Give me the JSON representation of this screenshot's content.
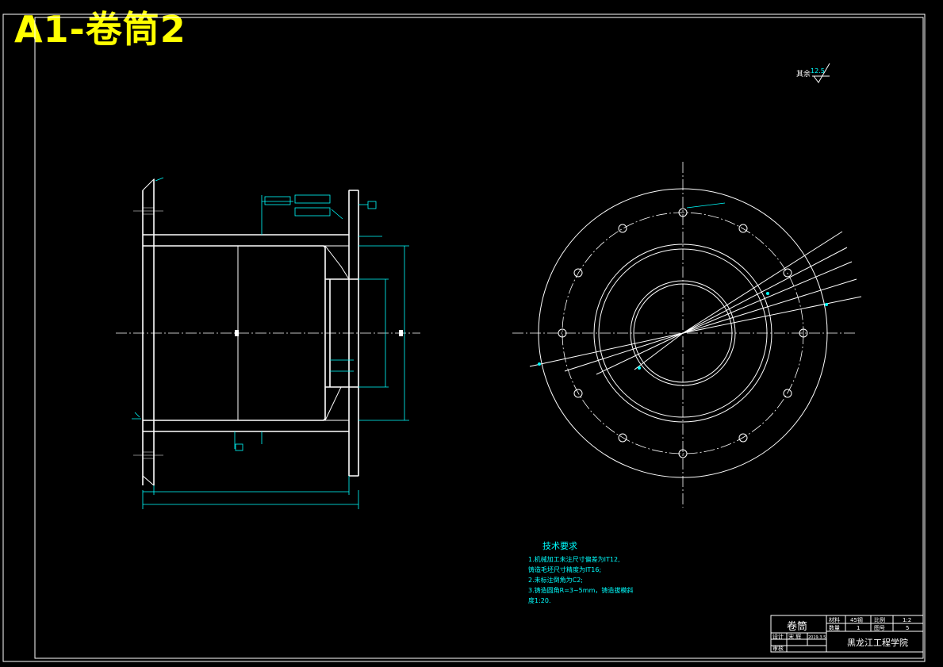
{
  "heading": "A1-卷筒2",
  "colors": {
    "background": "#000000",
    "outline": "#ffffff",
    "dimension": "#00ffff",
    "heading": "#ffff00"
  },
  "roughness_note": {
    "label": "其余",
    "value": "12.5"
  },
  "tech_requirements": {
    "title": "技术要求",
    "lines": [
      "1.机械加工未注尺寸偏差为IT12,",
      "铸造毛坯尺寸精度为IT16;",
      "2.未标注倒角为C2;",
      "3.铸造圆角R=3~5mm，铸造拔模斜",
      "度1:20."
    ]
  },
  "title_block": {
    "part_name": "卷筒",
    "material_label": "材料",
    "material": "45钢",
    "scale_label": "比例",
    "scale": "1:2",
    "quantity_label": "数量",
    "quantity": "1",
    "drawing_no_label": "图号",
    "drawing_no": "5",
    "designer_label": "设计",
    "designer": "宋 辉",
    "date": "2019.3.5",
    "reviewer_label": "审核",
    "school": "黑龙江工程学院"
  }
}
